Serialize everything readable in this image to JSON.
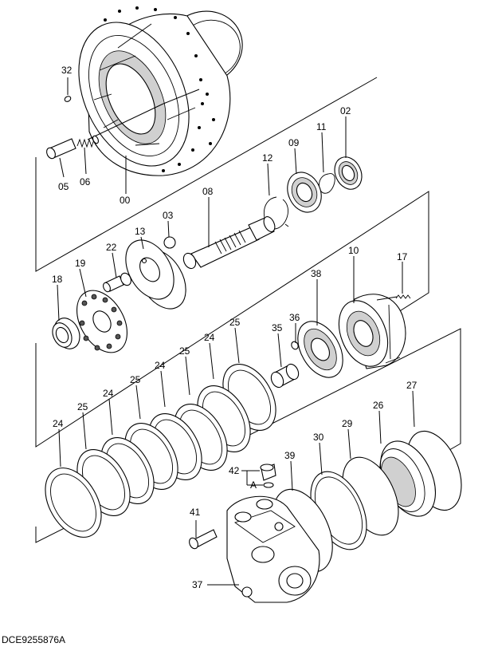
{
  "drawing_code": "DCE9255876A",
  "callout_letter": "A",
  "parts": [
    {
      "key": "p32",
      "no": "32"
    },
    {
      "key": "p05",
      "no": "05"
    },
    {
      "key": "p06",
      "no": "06"
    },
    {
      "key": "p00",
      "no": "00"
    },
    {
      "key": "p02",
      "no": "02"
    },
    {
      "key": "p11",
      "no": "11"
    },
    {
      "key": "p09",
      "no": "09"
    },
    {
      "key": "p12",
      "no": "12"
    },
    {
      "key": "p03",
      "no": "03"
    },
    {
      "key": "p08",
      "no": "08"
    },
    {
      "key": "p13",
      "no": "13"
    },
    {
      "key": "p22",
      "no": "22"
    },
    {
      "key": "p10",
      "no": "10"
    },
    {
      "key": "p17",
      "no": "17"
    },
    {
      "key": "p18",
      "no": "18"
    },
    {
      "key": "p19",
      "no": "19"
    },
    {
      "key": "p38",
      "no": "38"
    },
    {
      "key": "p36",
      "no": "36"
    },
    {
      "key": "p35",
      "no": "35"
    },
    {
      "key": "p25a",
      "no": "25"
    },
    {
      "key": "p24a",
      "no": "24"
    },
    {
      "key": "p25b",
      "no": "25"
    },
    {
      "key": "p24b",
      "no": "24"
    },
    {
      "key": "p25c",
      "no": "25"
    },
    {
      "key": "p24c",
      "no": "24"
    },
    {
      "key": "p25d",
      "no": "25"
    },
    {
      "key": "p24d",
      "no": "24"
    },
    {
      "key": "p27",
      "no": "27"
    },
    {
      "key": "p26",
      "no": "26"
    },
    {
      "key": "p29",
      "no": "29"
    },
    {
      "key": "p30",
      "no": "30"
    },
    {
      "key": "p39",
      "no": "39"
    },
    {
      "key": "p42",
      "no": "42"
    },
    {
      "key": "p41",
      "no": "41"
    },
    {
      "key": "p37",
      "no": "37"
    }
  ]
}
